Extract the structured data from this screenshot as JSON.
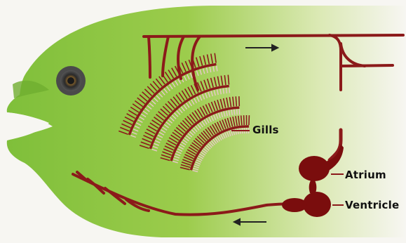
{
  "diagram": {
    "labels": {
      "gills": "Gills",
      "atrium": "Atrium",
      "ventricle": "Ventricle"
    },
    "colors": {
      "fish_body": "#8ec63f",
      "fish_body_fade": "#f7f6f2",
      "blood_vessel": "#8b1a1a",
      "heart": "#7a0d0d",
      "gill_filament_light": "#e8c9c9",
      "eye_outer": "#3a3a3a",
      "background": "#f7f6f2"
    },
    "icons": {
      "flow_forward": "arrow-right-icon",
      "flow_return": "arrow-left-icon"
    }
  }
}
